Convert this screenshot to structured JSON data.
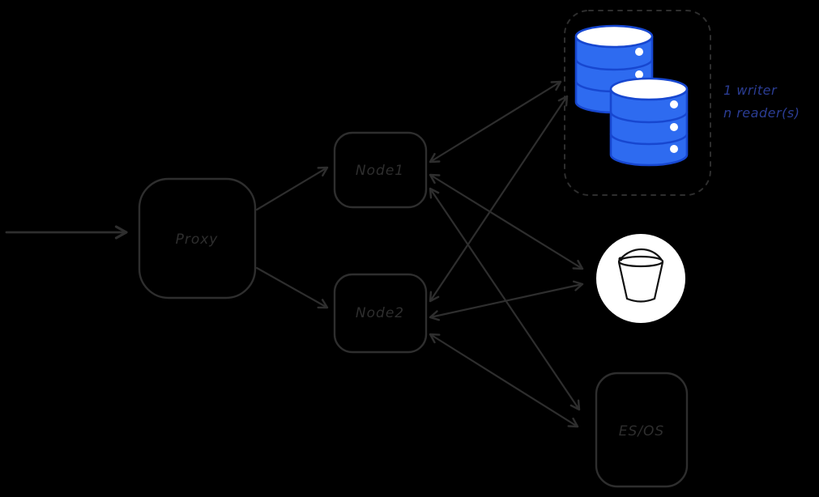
{
  "colors": {
    "background": "#000000",
    "stroke": "#2e2e2e",
    "db_fill": "#2e6bf0",
    "db_stroke": "#1747d0",
    "db_top": "#ffffff",
    "annotation": "#2b3d94",
    "bucket_bg": "#ffffff",
    "bucket_stroke": "#111111"
  },
  "nodes": {
    "proxy": {
      "label": "Proxy"
    },
    "node1": {
      "label": "Node1"
    },
    "node2": {
      "label": "Node2"
    },
    "esos": {
      "label": "ES/OS"
    }
  },
  "database_cluster": {
    "annotation": [
      "1 writer",
      "n reader(s)"
    ],
    "cylinder_count": 2
  },
  "icons": {
    "database": "database-cylinders-icon",
    "bucket": "bucket-icon"
  },
  "edges": [
    {
      "from": "external",
      "to": "proxy",
      "directed": true
    },
    {
      "from": "proxy",
      "to": "node1",
      "directed": true
    },
    {
      "from": "proxy",
      "to": "node2",
      "directed": true
    },
    {
      "from": "node1",
      "to": "database",
      "bidirectional": true
    },
    {
      "from": "node1",
      "to": "bucket",
      "bidirectional": true
    },
    {
      "from": "node1",
      "to": "esos",
      "bidirectional": true
    },
    {
      "from": "node2",
      "to": "database",
      "bidirectional": true
    },
    {
      "from": "node2",
      "to": "bucket",
      "bidirectional": true
    },
    {
      "from": "node2",
      "to": "esos",
      "bidirectional": true
    }
  ]
}
